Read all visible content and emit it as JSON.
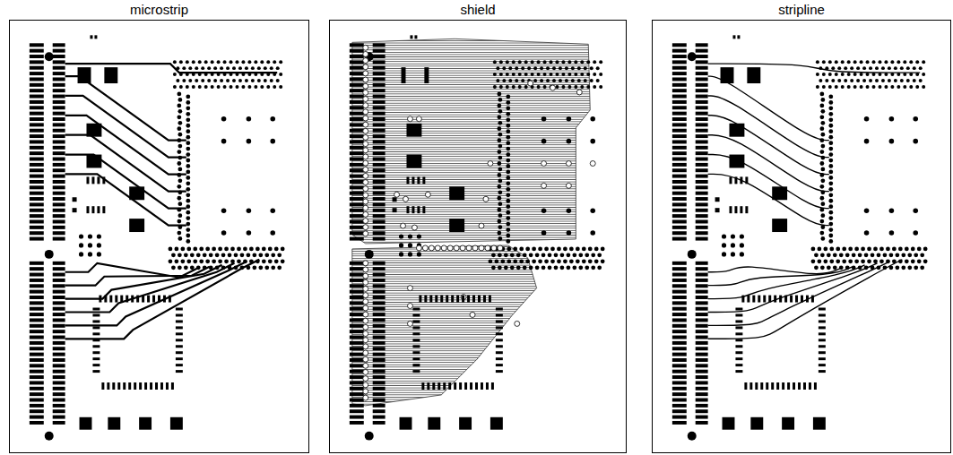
{
  "diagram": {
    "nodes": [
      {
        "text": [
          "microstrip"
        ]
      },
      {
        "text": [
          "shield"
        ]
      },
      {
        "text": [
          "stripline"
        ]
      }
    ]
  }
}
